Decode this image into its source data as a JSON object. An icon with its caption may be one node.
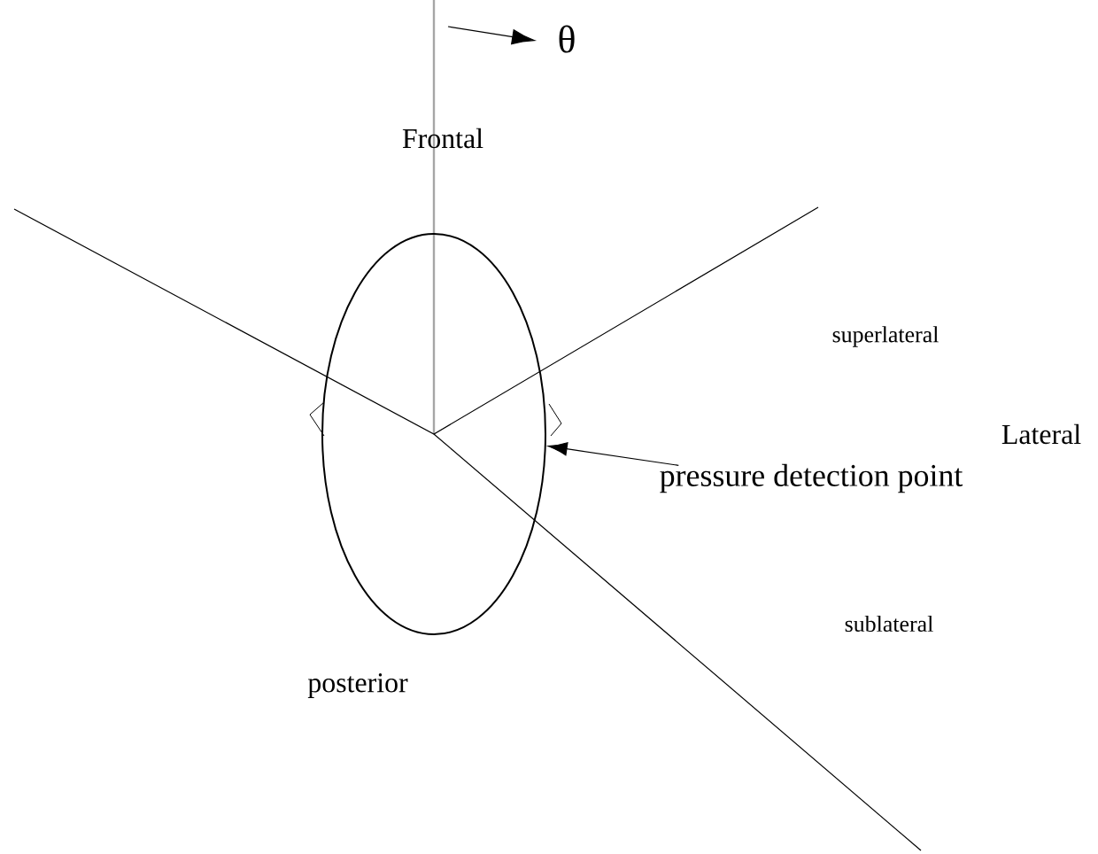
{
  "diagram": {
    "nodes": [
      {
        "text": [
          "pressure detection point"
        ]
      },
      {
        "text": [],
        "shape": "ellipse"
      }
    ],
    "edges": [
      {
        "from": 0,
        "to": 1,
        "arrow": "to"
      }
    ],
    "labels": [
      "θ",
      "Frontal",
      "superlateral",
      "Lateral",
      "sublateral",
      "posterior"
    ]
  }
}
